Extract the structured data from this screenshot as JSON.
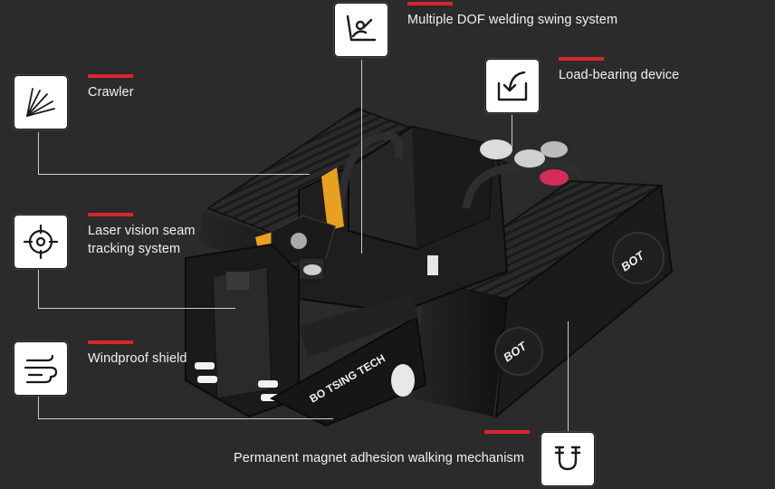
{
  "features": [
    {
      "key": "welding",
      "label": "Multiple DOF welding swing system",
      "icon": "welding-swing-icon"
    },
    {
      "key": "load",
      "label": "Load-bearing device",
      "icon": "load-bearing-icon"
    },
    {
      "key": "crawler",
      "label": "Crawler",
      "icon": "crawler-icon"
    },
    {
      "key": "laser",
      "label_line1": "Laser vision seam",
      "label_line2": "tracking system",
      "icon": "crosshair-icon"
    },
    {
      "key": "shield",
      "label": "Windproof shield",
      "icon": "wind-icon"
    },
    {
      "key": "magnet",
      "label": "Permanent magnet adhesion walking mechanism",
      "icon": "magnet-icon"
    }
  ],
  "machine": {
    "front_text": "BO TSING TECH",
    "logo_text": "BOT"
  },
  "colors": {
    "background": "#2b2b2b",
    "accent": "#d8262d",
    "body": "#1c1c1c",
    "highlight": "#e8a020"
  }
}
